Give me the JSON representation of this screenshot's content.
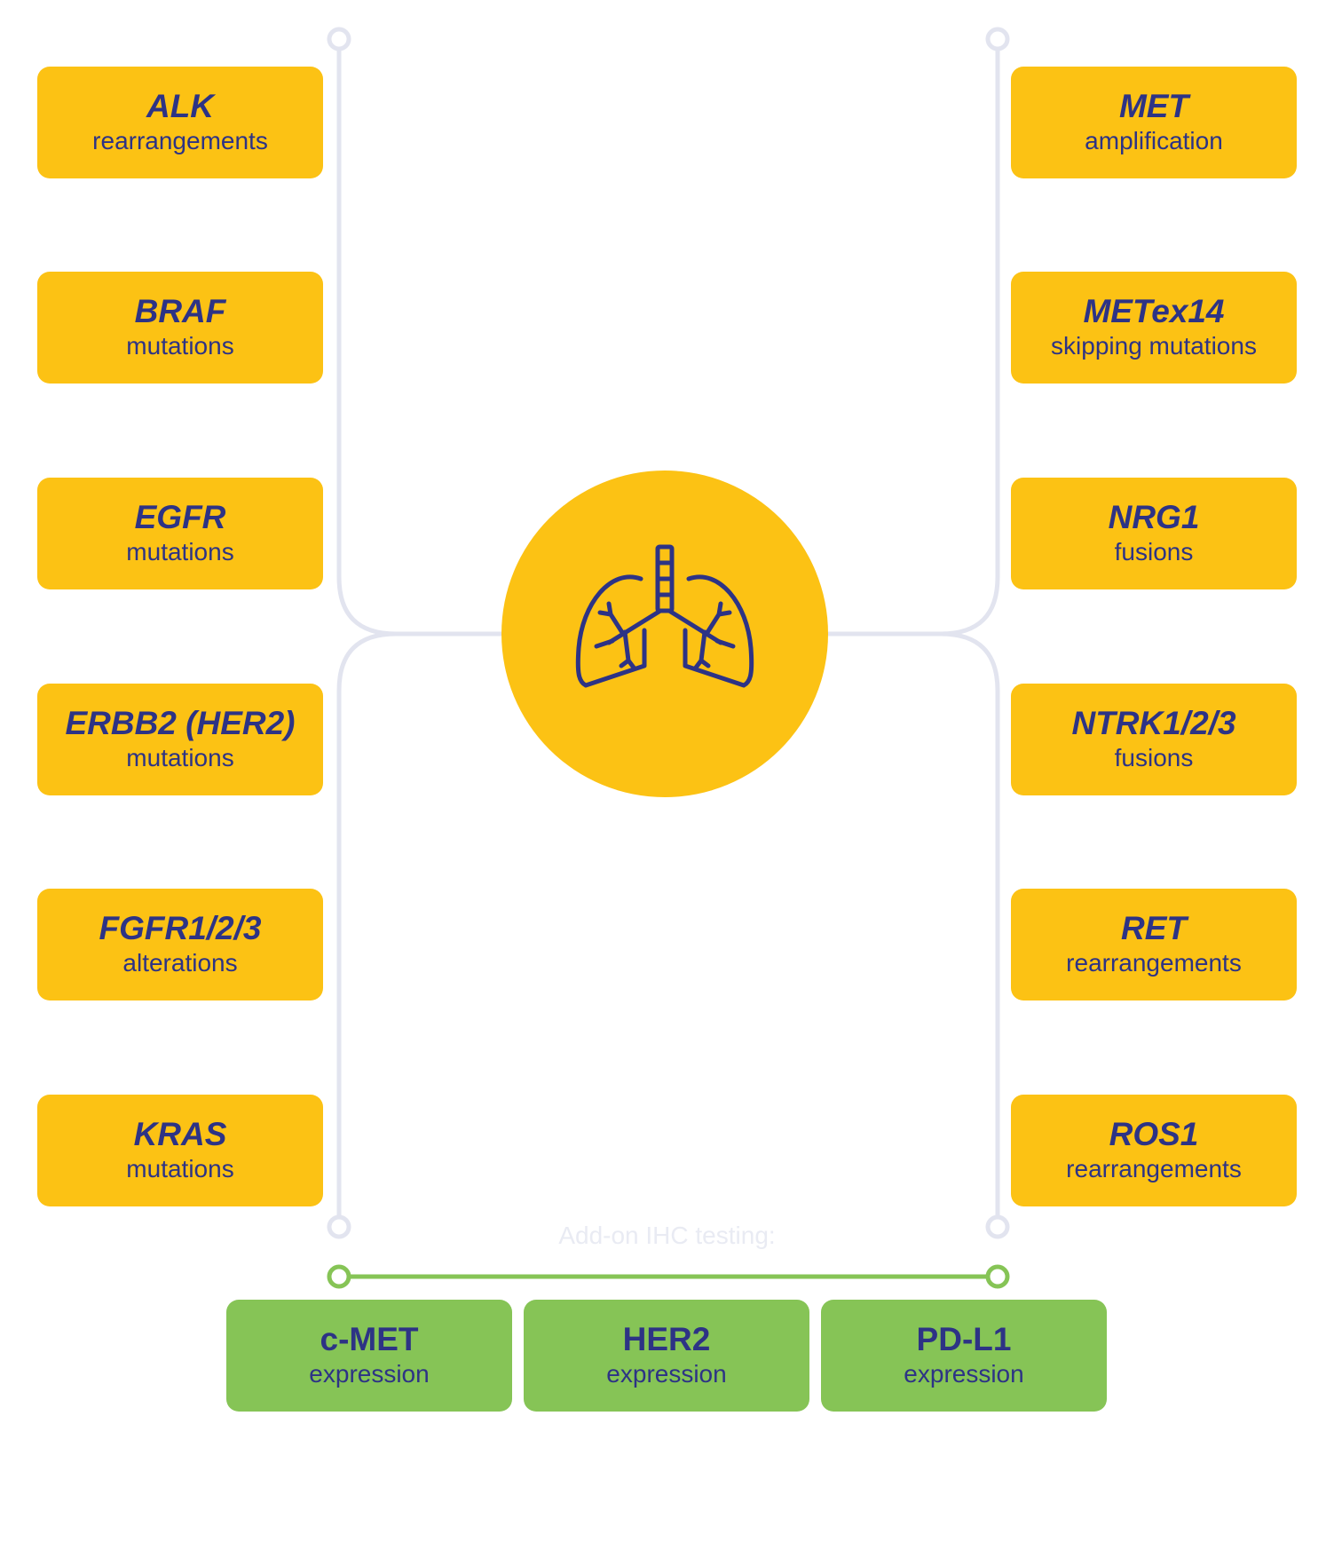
{
  "center": {
    "icon": "lungs-icon"
  },
  "left_items": [
    {
      "gene": "ALK",
      "desc": "rearrangements"
    },
    {
      "gene": "BRAF",
      "desc": "mutations"
    },
    {
      "gene": "EGFR",
      "desc": "mutations"
    },
    {
      "gene": "ERBB2 (HER2)",
      "desc": "mutations"
    },
    {
      "gene": "FGFR1/2/3",
      "desc": "alterations"
    },
    {
      "gene": "KRAS",
      "desc": "mutations"
    }
  ],
  "right_items": [
    {
      "gene": "MET",
      "desc": "amplification"
    },
    {
      "gene": "METex14",
      "desc": "skipping mutations"
    },
    {
      "gene": "NRG1",
      "desc": "fusions"
    },
    {
      "gene": "NTRK1/2/3",
      "desc": "fusions"
    },
    {
      "gene": "RET",
      "desc": "rearrangements"
    },
    {
      "gene": "ROS1",
      "desc": "rearrangements"
    }
  ],
  "ihc": {
    "label": "Add-on IHC testing:",
    "items": [
      {
        "marker": "c-MET",
        "desc": "expression"
      },
      {
        "marker": "HER2",
        "desc": "expression"
      },
      {
        "marker": "PD-L1",
        "desc": "expression"
      }
    ]
  },
  "colors": {
    "yellow": "#fcc214",
    "green": "#86c456",
    "navy": "#2d3385",
    "connector_gray": "#e2e4ef",
    "connector_green": "#86c456"
  }
}
